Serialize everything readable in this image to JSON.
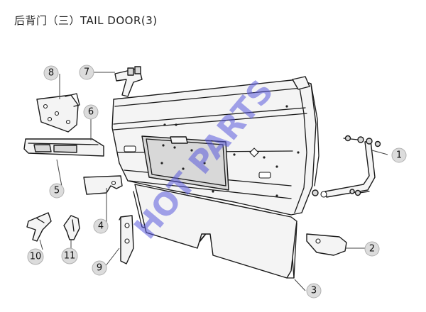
{
  "title": "后背门（三）TAIL DOOR(3)",
  "watermark": "HOT PARTS",
  "colors": {
    "watermark": "#5a5adc",
    "callout_bubble": "#dcdcdc",
    "line": "#1a1a1a"
  },
  "callouts": [
    "1",
    "2",
    "3",
    "4",
    "5",
    "6",
    "7",
    "8",
    "9",
    "10",
    "11"
  ]
}
